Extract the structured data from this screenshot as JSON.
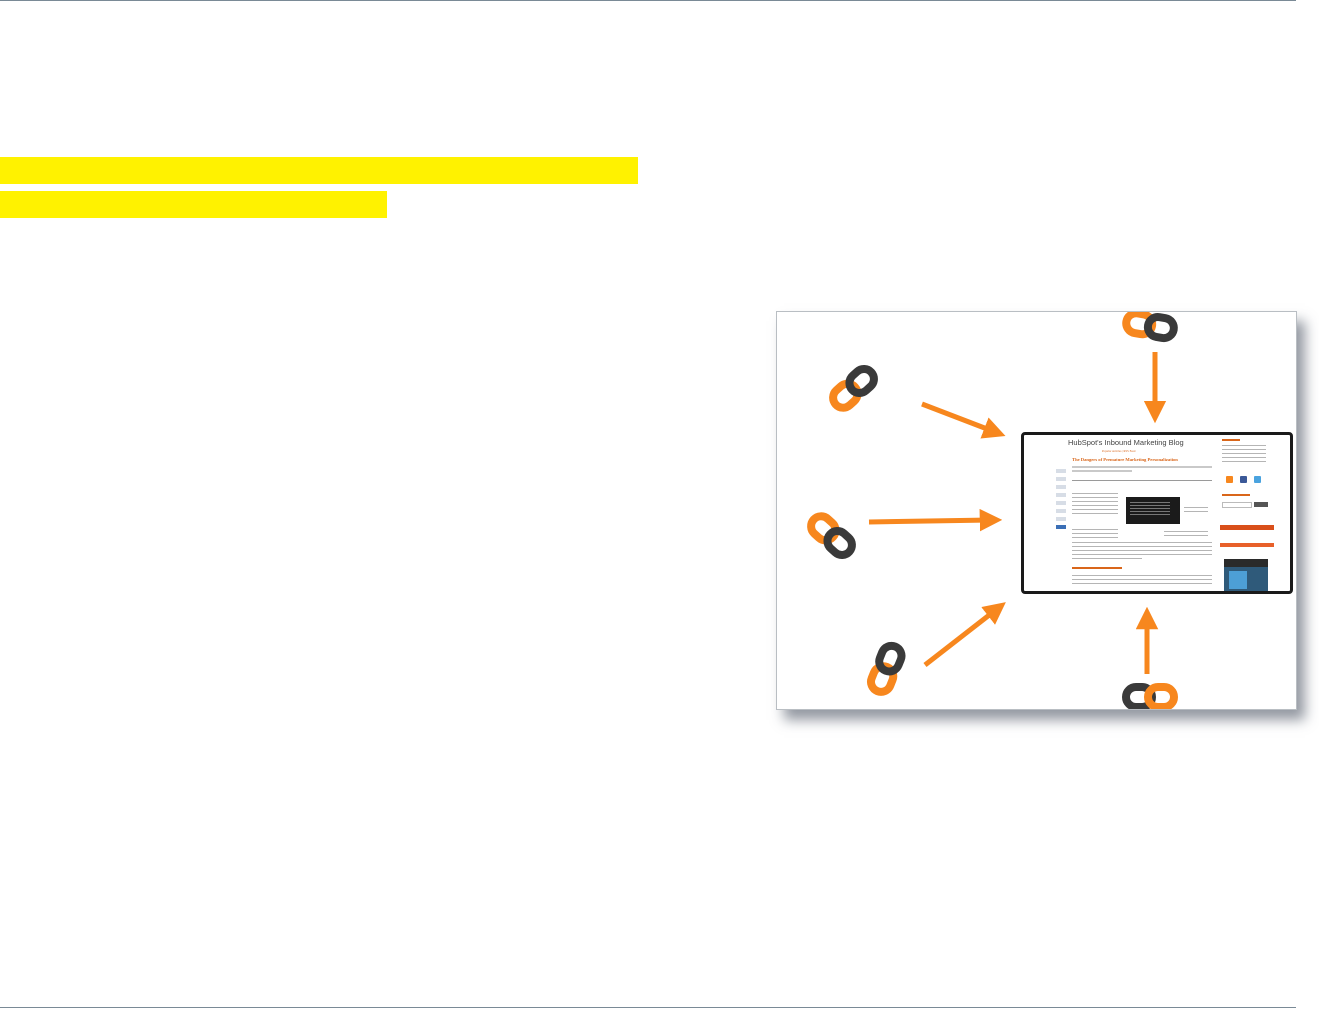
{
  "highlights": [
    {
      "text": ""
    },
    {
      "text": ""
    }
  ],
  "figure": {
    "screenshot": {
      "title": "HubSpot's Inbound Marketing Blog",
      "subtitle": "Popular Articles | RSS Feed",
      "post_title": "The Dangers of Premature Marketing Personalization"
    },
    "icons": {
      "link": "chain-link-icon",
      "arrow": "arrow-icon"
    },
    "colors": {
      "accent_orange": "#f7871e",
      "chain_dark": "#3a3a3a",
      "highlight_yellow": "#fff200"
    }
  }
}
